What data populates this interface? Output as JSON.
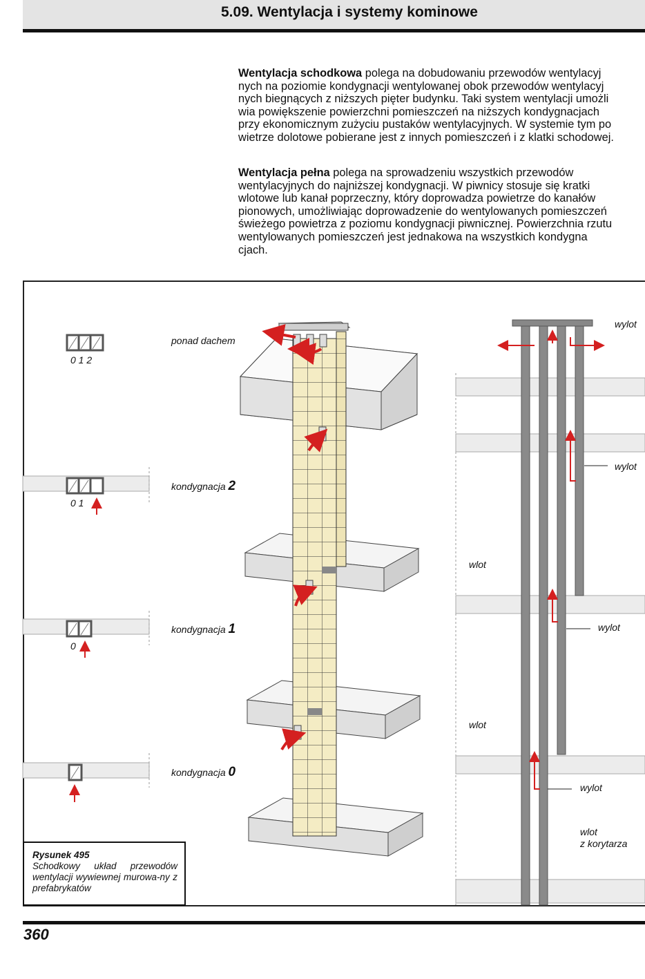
{
  "header": {
    "title": "5.09.  Wentylacja i systemy kominowe"
  },
  "paragraphs": {
    "p1": {
      "bold": "Wentylacja schodkowa",
      "lines": [
        " polega na dobudowaniu przewodów wentylacyj",
        "nych na poziomie kondygnacji wentylowanej obok przewodów wentylacyj",
        "nych biegnących z niższych pięter budynku. Taki system wentylacji umożli",
        "wia powiększenie powierzchni pomieszczeń na niższych kondygnacjach",
        "przy ekonomicznym zużyciu pustaków wentylacyjnych. W systemie tym po",
        "wietrze dolotowe pobierane jest z innych pomieszczeń i z klatki schodowej."
      ]
    },
    "p2": {
      "bold": "Wentylacja pełna",
      "lines": [
        " polega na sprowadzeniu wszystkich przewodów",
        "wentylacyjnych do najniższej kondygnacji. W piwnicy stosuje się kratki",
        "wlotowe lub kanał poprzeczny, który doprowadza powietrze do kanałów",
        "pionowych, umożliwiając doprowadzenie do wentylowanych pomieszczeń",
        "świeżego powietrza z poziomu kondygnacji piwnicznej. Powierzchnia rzutu",
        "wentylowanych pomieszczeń jest jednakowa na wszystkich kondygna",
        "cjach."
      ]
    }
  },
  "figure": {
    "plan_labels": {
      "top": "0  1  2",
      "level2": "0  1",
      "level1": "0",
      "level0": ""
    },
    "levels": {
      "roof": "ponad dachem",
      "level2_text": "kondygnacja ",
      "level2_num": "2",
      "level1_text": "kondygnacja ",
      "level1_num": "1",
      "level0_text": "kondygnacja ",
      "level0_num": "0"
    },
    "section_labels": {
      "outlet_top": "wylot",
      "outlet_2": "wylot",
      "inlet_1": "wlot",
      "outlet_1": "wylot",
      "inlet_0": "wlot",
      "outlet_0": "wylot",
      "inlet_corridor_1": "wlot",
      "inlet_corridor_2": "z korytarza"
    },
    "caption": {
      "title": "Rysunek 495",
      "text": "Schodkowy układ przewodów wentylacji wywiewnej murowa-ny z prefabrykatów"
    }
  },
  "footer": {
    "page_number": "360"
  },
  "colors": {
    "arrow": "#d42020",
    "brick": "#f4ecc4",
    "slab": "#e7e7e7",
    "duct": "#8a8a8a"
  }
}
